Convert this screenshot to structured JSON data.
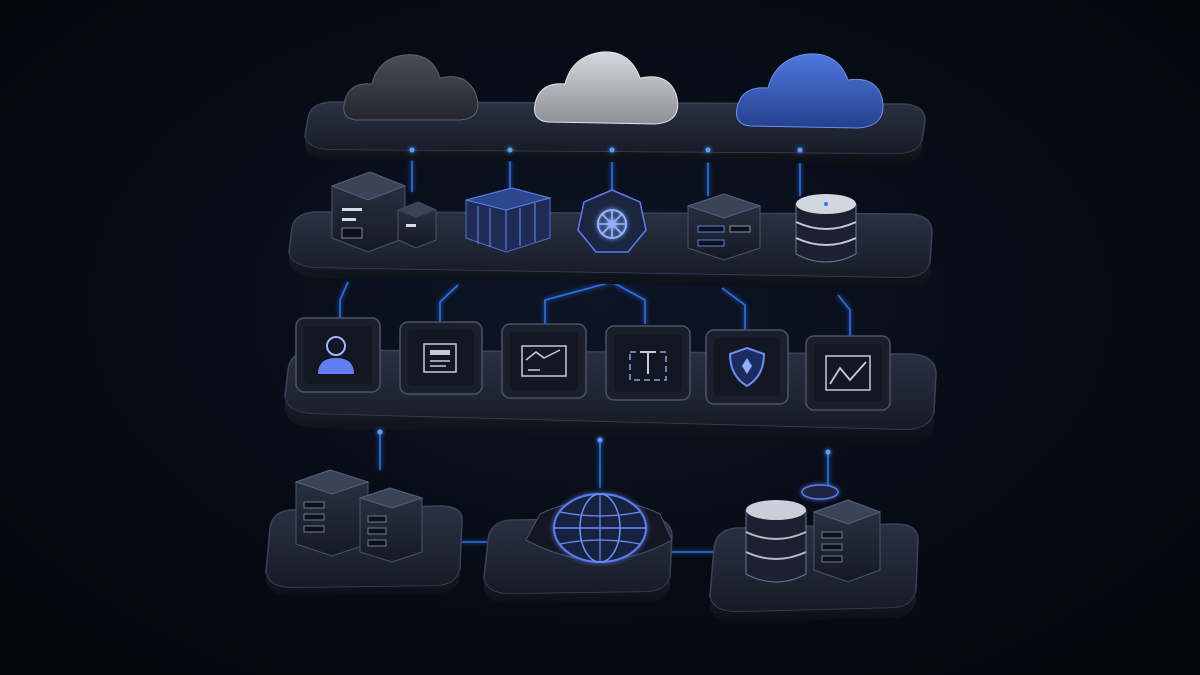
{
  "diagram": {
    "tiers": [
      {
        "id": "cloud-tier",
        "nodes": [
          "cloud-dark-icon",
          "cloud-silver-icon",
          "cloud-blue-icon"
        ]
      },
      {
        "id": "infrastructure-tier",
        "nodes": [
          "server-cluster-icon",
          "storage-array-icon",
          "kubernetes-icon",
          "network-appliance-icon",
          "database-icon"
        ]
      },
      {
        "id": "application-tier",
        "nodes": [
          "user-profile-icon",
          "document-icon",
          "dashboard-icon",
          "api-icon",
          "security-shield-icon",
          "analytics-chart-icon"
        ]
      },
      {
        "id": "edge-tier",
        "nodes": [
          "edge-server-rack-icon",
          "globe-network-icon",
          "edge-database-icon"
        ]
      }
    ],
    "colors": {
      "background": "#060a12",
      "platform": "#1e2432",
      "platform_edge": "#3a4356",
      "glow": "#2f7bff",
      "cloud_dark": "#3b3f47",
      "cloud_silver": "#b9bcc2",
      "cloud_blue": "#3d63c9"
    }
  }
}
